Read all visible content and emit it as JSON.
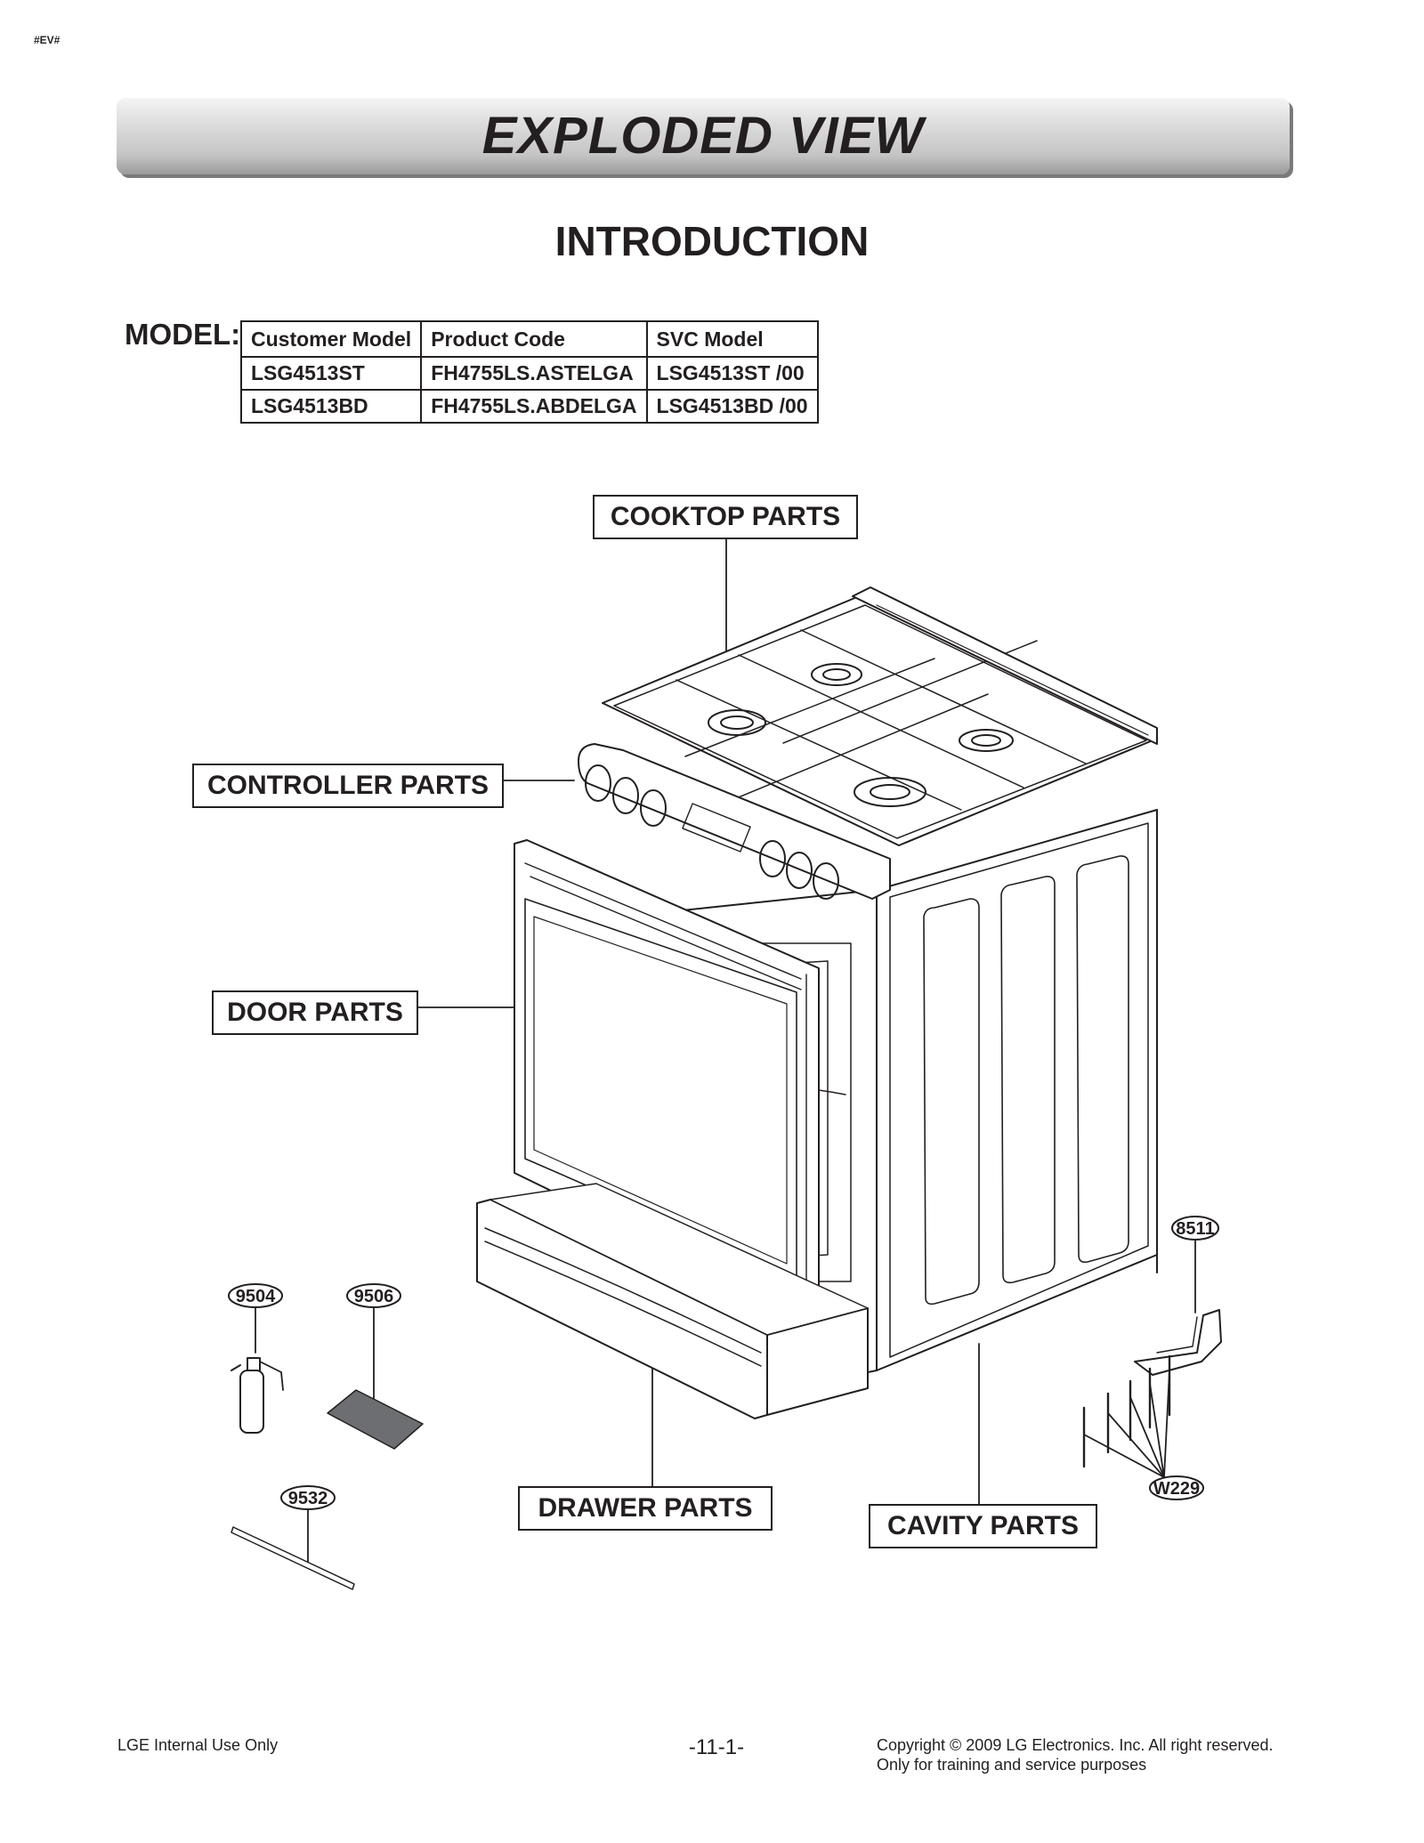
{
  "corner_tag": "#EV#",
  "banner_title": "EXPLODED VIEW",
  "intro_title": "INTRODUCTION",
  "model_label": "MODEL:",
  "model_table": {
    "headers": [
      "Customer Model",
      "Product Code",
      "SVC Model"
    ],
    "rows": [
      [
        "LSG4513ST",
        "FH4755LS.ASTELGA",
        "LSG4513ST /00"
      ],
      [
        "LSG4513BD",
        "FH4755LS.ABDELGA",
        "LSG4513BD /00"
      ]
    ]
  },
  "sections": {
    "cooktop": "COOKTOP PARTS",
    "controller": "CONTROLLER PARTS",
    "door": "DOOR PARTS",
    "drawer": "DRAWER PARTS",
    "cavity": "CAVITY PARTS"
  },
  "part_numbers": {
    "p8511": "8511",
    "p9504": "9504",
    "p9506": "9506",
    "p9532": "9532",
    "w229": "W229"
  },
  "footer": {
    "left": "LGE Internal Use Only",
    "page": "-11-1-",
    "copyright": "Copyright © 2009 LG Electronics. Inc. All right reserved.",
    "note": "Only for training and service purposes"
  }
}
